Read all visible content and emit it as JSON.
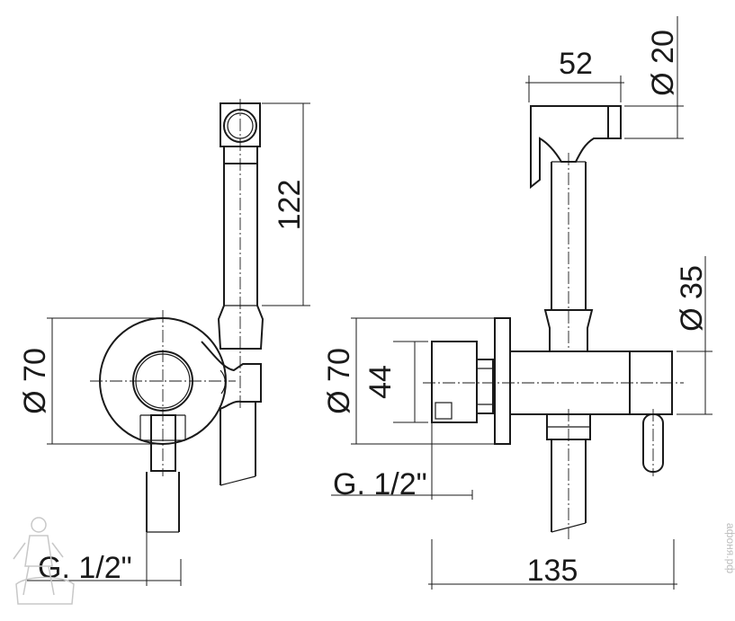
{
  "dimensions": {
    "front_height": "122",
    "front_diameter": "Ø 70",
    "front_thread": "G. 1/2\"",
    "side_width": "52",
    "side_head_diameter": "Ø 20",
    "side_body_diameter": "Ø 35",
    "side_plate_diameter": "Ø 70",
    "side_depth": "44",
    "side_thread": "G. 1/2\"",
    "side_length": "135"
  },
  "watermark": {
    "site_text": "афоня.рф",
    "mascot": "plumber-mascot"
  }
}
